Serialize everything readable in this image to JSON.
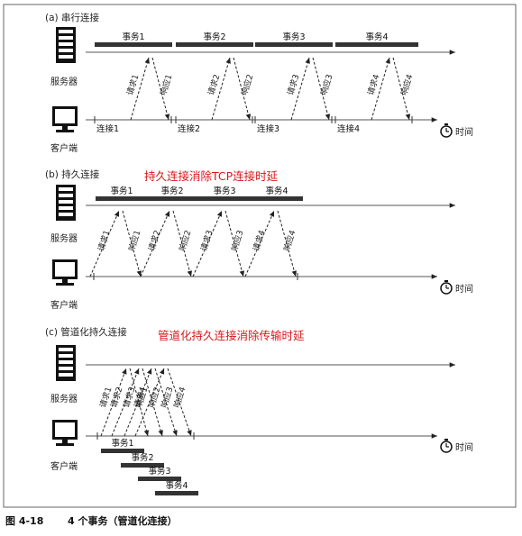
{
  "sections": [
    {
      "id": "a",
      "title": "(a) 串行连接",
      "annotation": "",
      "server_label": "服务器",
      "client_label": "客户端",
      "time_label": "时间",
      "transactions": [
        "事务1",
        "事务2",
        "事务3",
        "事务4"
      ],
      "requests": [
        "请求1",
        "请求2",
        "请求3",
        "请求4"
      ],
      "responses": [
        "响应1",
        "响应2",
        "响应3",
        "响应4"
      ],
      "connections": [
        "连接1",
        "连接2",
        "连接3",
        "连接4"
      ]
    },
    {
      "id": "b",
      "title": "(b) 持久连接",
      "annotation": "持久连接消除TCP连接时延",
      "server_label": "服务器",
      "client_label": "客户端",
      "time_label": "时间",
      "transactions": [
        "事务1",
        "事务2",
        "事务3",
        "事务4"
      ],
      "requests": [
        "请求1",
        "请求2",
        "请求3",
        "请求4"
      ],
      "responses": [
        "响应1",
        "响应2",
        "响应3",
        "响应4"
      ]
    },
    {
      "id": "c",
      "title": "(c) 管道化持久连接",
      "annotation": "管道化持久连接消除传输时延",
      "server_label": "服务器",
      "client_label": "客户端",
      "time_label": "时间",
      "transactions": [
        "事务1",
        "事务2",
        "事务3",
        "事务4"
      ],
      "requests": [
        "请求1",
        "请求2",
        "请求3",
        "请求4"
      ],
      "responses": [
        "响应1",
        "响应2",
        "响应3",
        "响应4"
      ]
    }
  ],
  "caption": {
    "figure_number": "图 4-18",
    "title": "4 个事务（管道化连接）"
  }
}
